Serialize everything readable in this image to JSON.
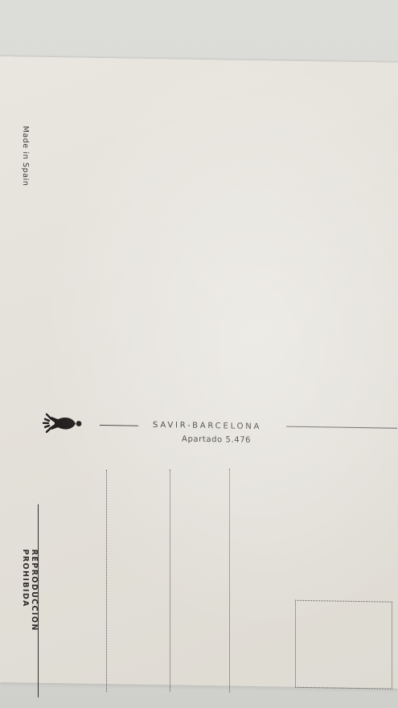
{
  "postcard": {
    "made_in": "Made in Spain",
    "publisher": "SAVIR-BARCELONA",
    "address": "Apartado 5.476",
    "footer": "REPRODUCCION PROHIBIDA"
  },
  "icons": {
    "logo": "flamenco-dancer-icon"
  },
  "colors": {
    "card": "#e5e2db",
    "ink": "#2c2a28",
    "background": "#d9dad6"
  }
}
